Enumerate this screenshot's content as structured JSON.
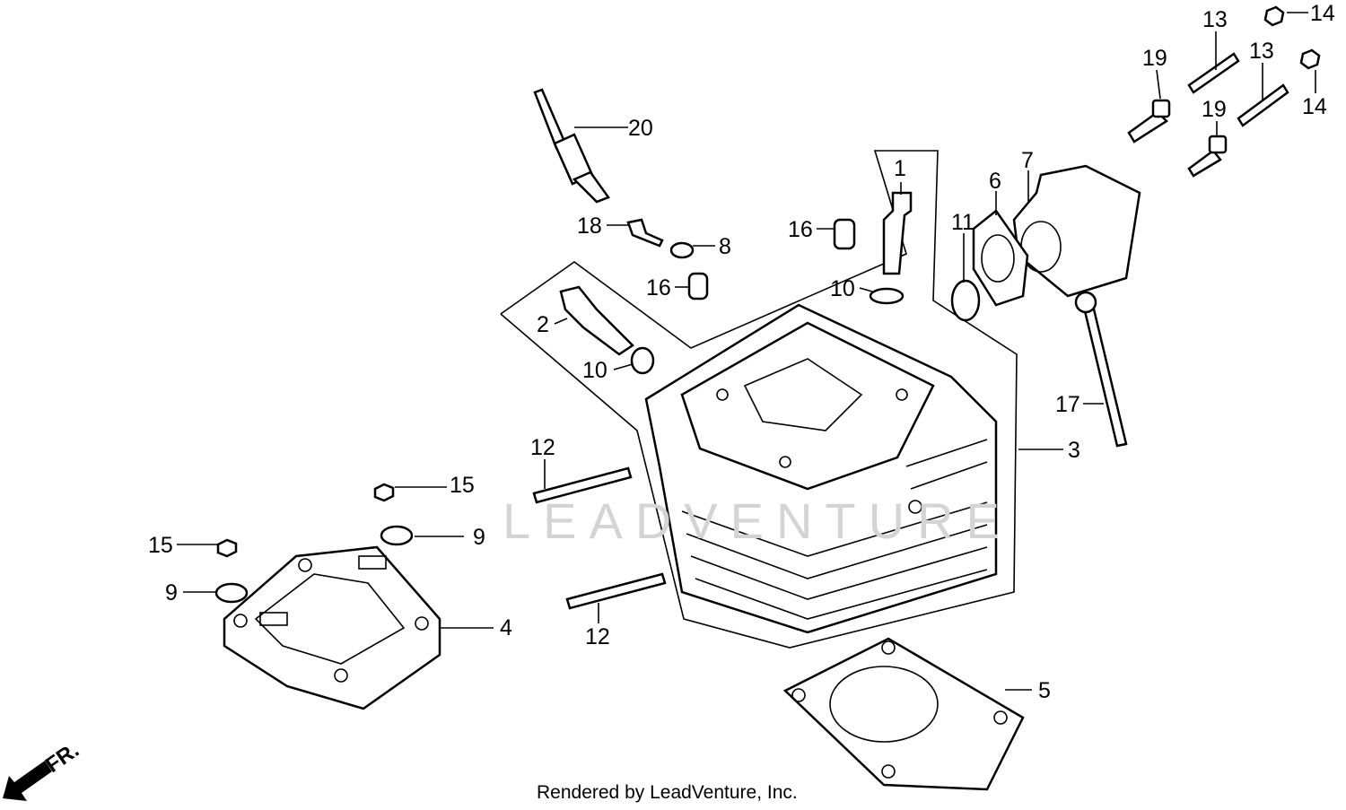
{
  "diagram": {
    "watermark": "LEADVENTURE",
    "direction_label": "FR.",
    "footer": "Rendered by LeadVenture, Inc.",
    "callouts": [
      "20",
      "1",
      "16",
      "18",
      "8",
      "16",
      "10",
      "2",
      "10",
      "6",
      "7",
      "11",
      "13",
      "14",
      "19",
      "13",
      "14",
      "19",
      "17",
      "3",
      "12",
      "15",
      "9",
      "15",
      "9",
      "4",
      "12",
      "5"
    ]
  }
}
